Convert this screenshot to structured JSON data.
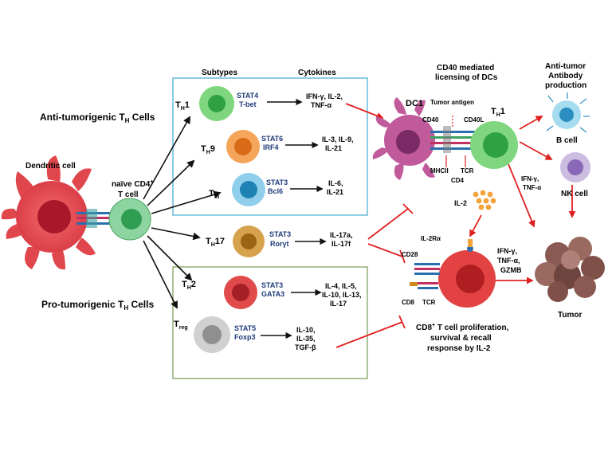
{
  "labels": {
    "subtypes": "Subtypes",
    "cytokines": "Cytokines",
    "anti_title": "Anti-tumorigenic T",
    "anti_sub": "H",
    "anti_suffix": " Cells",
    "pro_title": "Pro-tumorigenic T",
    "pro_sub": "H",
    "pro_suffix": " Cells",
    "dendritic_cell": "Dendritic cell",
    "naive_line1": "naïve CD4",
    "naive_sup": "+",
    "naive_line2": "T cell",
    "cd40_title_1": "CD40 mediated",
    "cd40_title_2": "licensing of DCs",
    "antitumor_1": "Anti-tumor",
    "antitumor_2": "Antibody",
    "antitumor_3": "production",
    "dc1": "DC1",
    "tumor_antigen": "Tumor antigen",
    "cd40": "CD40",
    "cd40l": "CD40L",
    "mhcii": "MHCII",
    "tcr": "TCR",
    "cd4": "CD4",
    "b_cell": "B cell",
    "nk_cell": "NK cell",
    "ifn_tnf_1": "IFN-γ,",
    "ifn_tnf_2": "TNF-α",
    "il2": "IL-2",
    "il2ra": "IL-2Rα",
    "cd28": "CD28",
    "cd8": "CD8",
    "tcr2": "TCR",
    "cd8_eff_1": "IFN-γ,",
    "cd8_eff_2": "TNF-α,",
    "cd8_eff_3": "GZMB",
    "tumor": "Tumor",
    "cd8_prolif_1": "CD8",
    "cd8_prolif_sup": "+",
    "cd8_prolif_1b": " T cell proliferation,",
    "cd8_prolif_2": "survival & recall",
    "cd8_prolif_3": "response by IL-2"
  },
  "subtypes": [
    {
      "name": "T",
      "sub": "H",
      "suffix": "1",
      "tf1": "STAT4",
      "tf2": "T-bet",
      "cyt1": "IFN-γ, IL-2,",
      "cyt2": "TNF-α",
      "cyt3": ""
    },
    {
      "name": "T",
      "sub": "H",
      "suffix": "9",
      "tf1": "STAT6",
      "tf2": "IRF4",
      "cyt1": "IL-3, IL-9,",
      "cyt2": "IL-21",
      "cyt3": ""
    },
    {
      "name": "T",
      "sub": "fh",
      "suffix": "",
      "tf1": "STAT3",
      "tf2": "Bcl6",
      "cyt1": "IL-6,",
      "cyt2": "IL-21",
      "cyt3": ""
    },
    {
      "name": "T",
      "sub": "H",
      "suffix": "17",
      "tf1": "STAT3",
      "tf2": "Rorγt",
      "cyt1": "IL-17a,",
      "cyt2": "IL-17f",
      "cyt3": ""
    },
    {
      "name": "T",
      "sub": "H",
      "suffix": "2",
      "tf1": "STAT3",
      "tf2": "GATA3",
      "cyt1": "IL-4, IL-5,",
      "cyt2": "IL-10, IL-13,",
      "cyt3": "IL-17"
    },
    {
      "name": "T",
      "sub": "reg",
      "suffix": "",
      "tf1": "STAT5",
      "tf2": "Foxp3",
      "cyt1": "IL-10,",
      "cyt2": "IL-35,",
      "cyt3": "TGF-β"
    }
  ],
  "th1_right": {
    "name": "T",
    "sub": "H",
    "suffix": "1"
  },
  "colors": {
    "dendritic": "#e0474c",
    "dc1": "#c05a9a",
    "th1": "#46c24a",
    "th9": "#f08a30",
    "tfh": "#3a9fd0",
    "th17": "#c98a2a",
    "th2": "#d9363e",
    "treg": "#b5b5b5",
    "cd8": "#e24242",
    "bcell": "#4fb5dc",
    "nk": "#a98bc6",
    "il2": "#f4a23a",
    "arrow_red": "#e02020",
    "box_blue": "#5bb8d8",
    "box_green": "#8aa86a",
    "tf_text": "#1f3a7a"
  },
  "icons": {
    "dendritic_cell": "dendritic-cell-icon",
    "naive_cell": "naive-t-cell-icon",
    "dc1": "dc1-cell-icon",
    "th1_cell": "th1-cell-icon",
    "b_cell": "b-cell-icon",
    "nk_cell": "nk-cell-icon",
    "cd8_cell": "cd8-t-cell-icon",
    "tumor": "tumor-icon",
    "il2_particles": "il2-particles-icon"
  }
}
